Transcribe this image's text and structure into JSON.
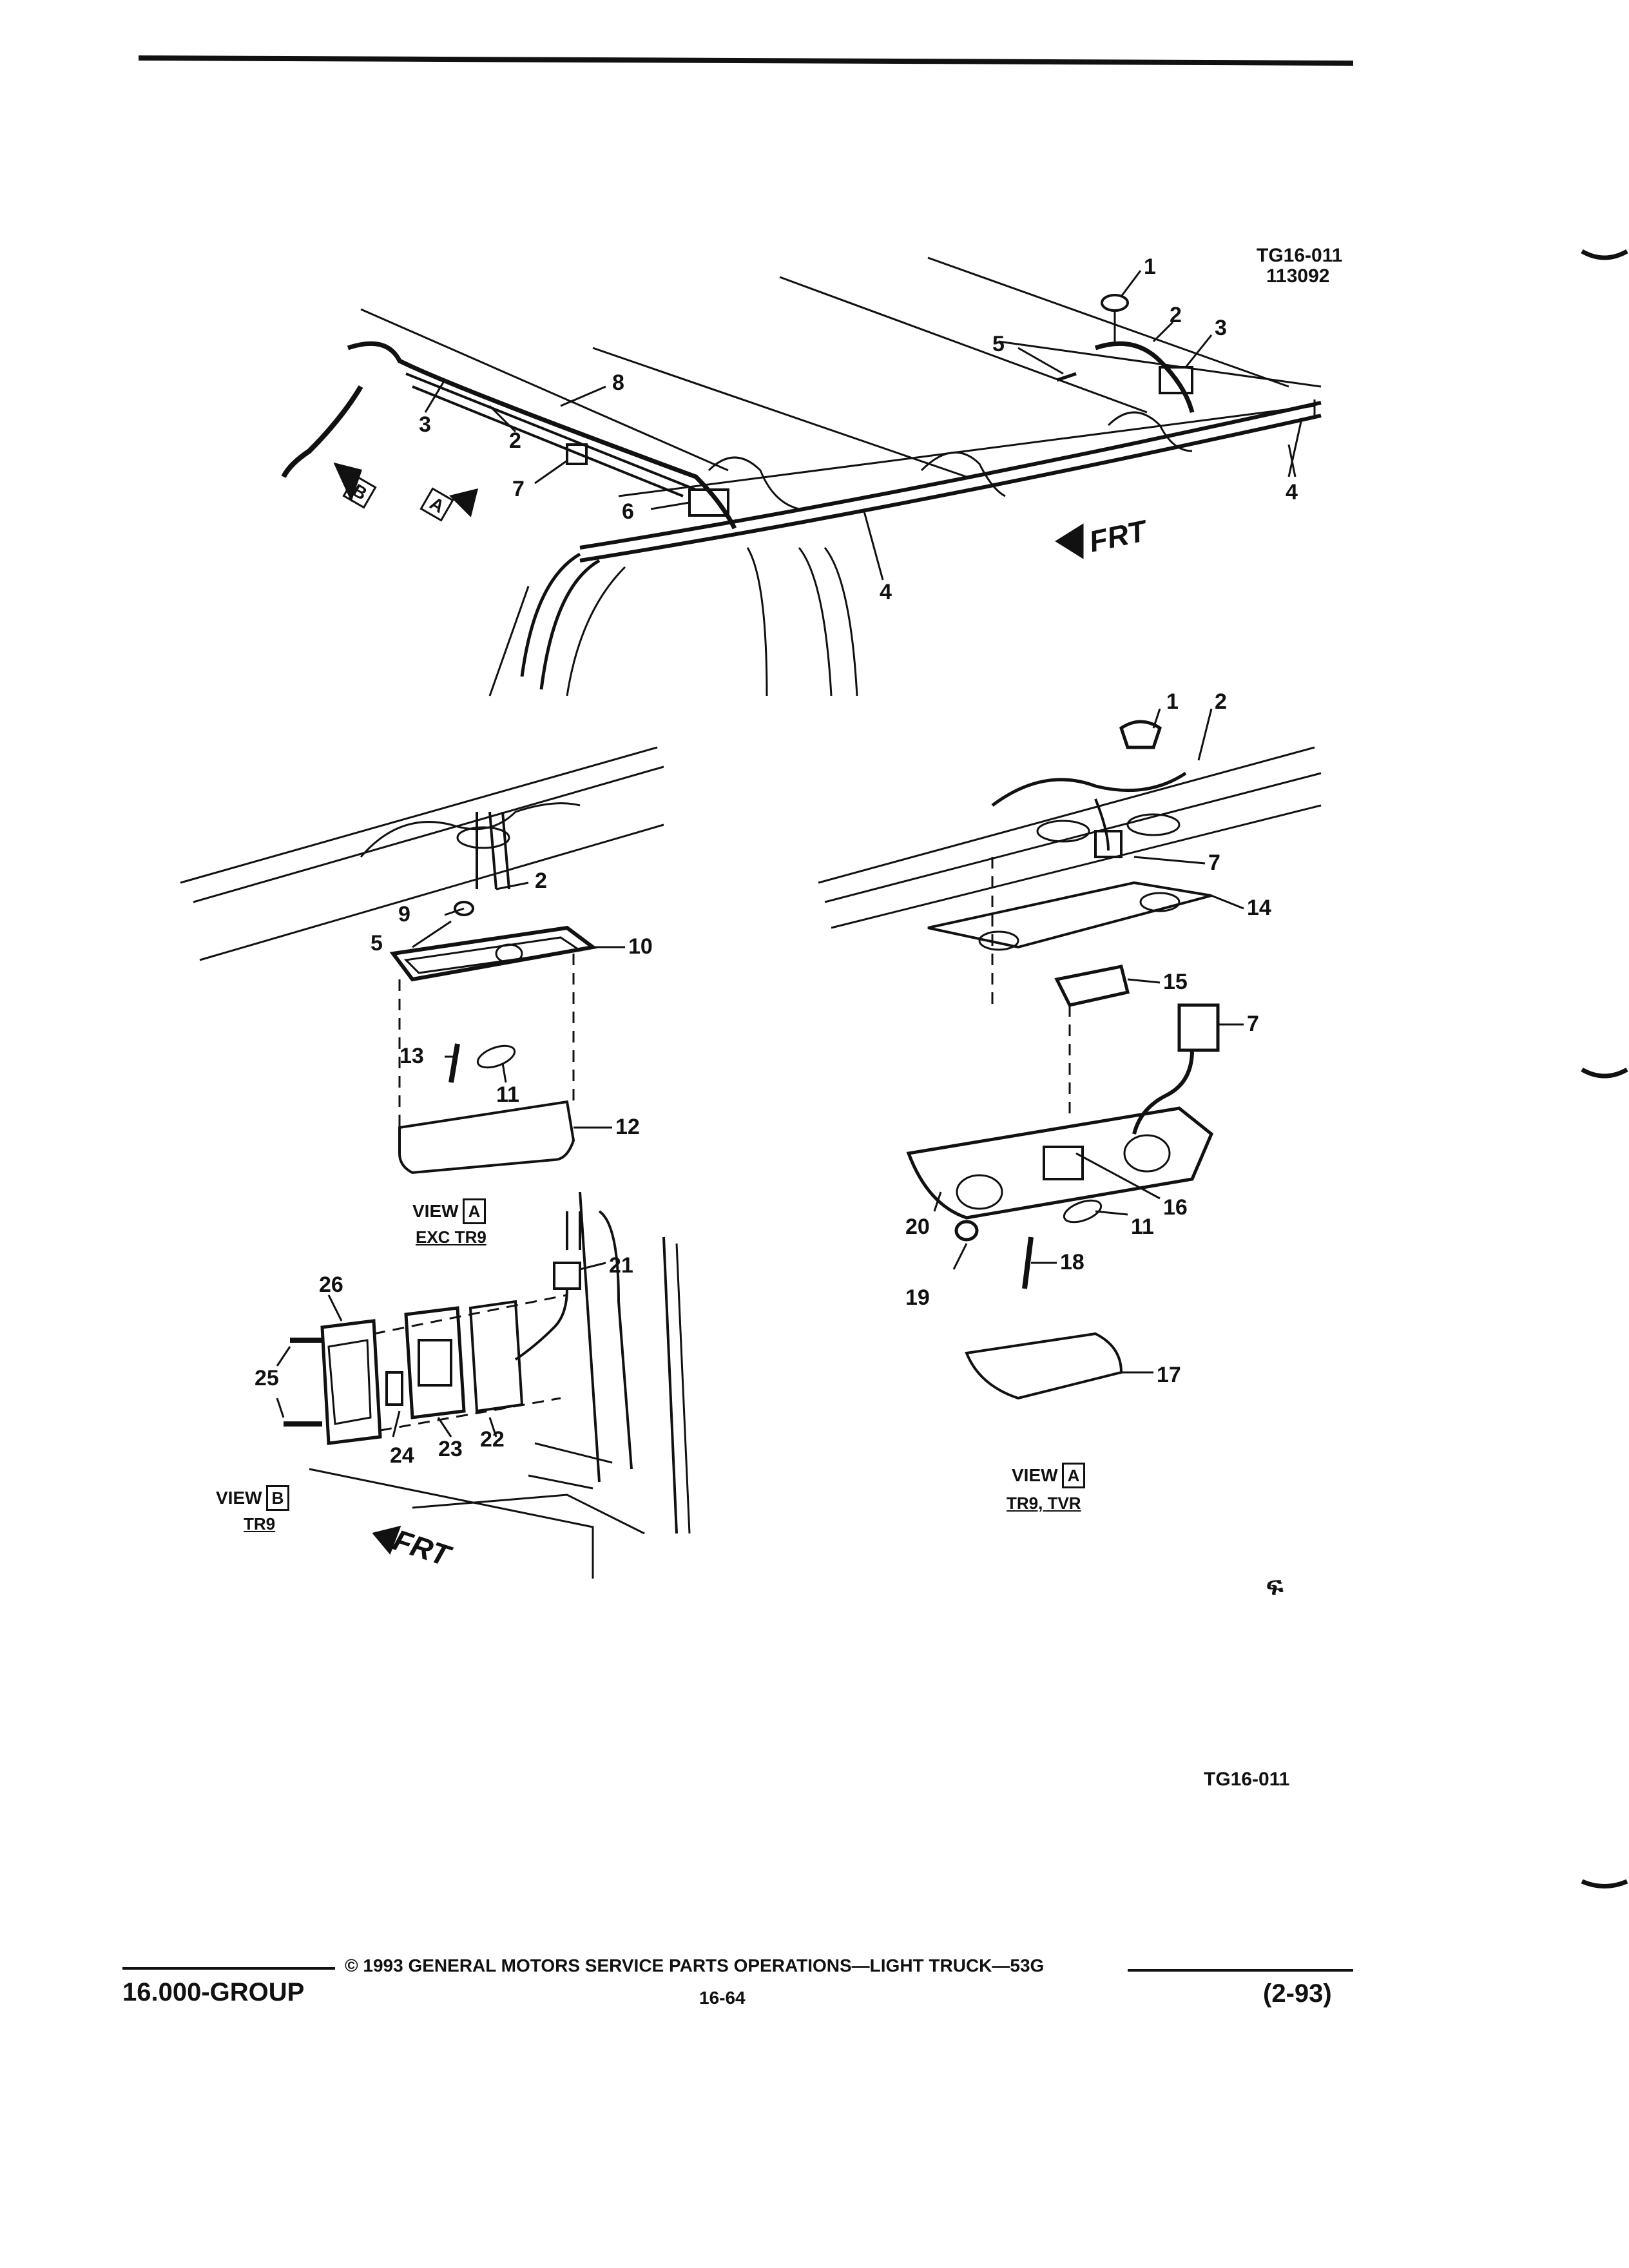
{
  "figure": {
    "id_code": "TG16-011",
    "date_code": "113092",
    "bottom_code": "TG16-011"
  },
  "views": {
    "view_a_exc": {
      "label": "VIEW",
      "letter": "A",
      "sub": "EXC TR9"
    },
    "view_b": {
      "label": "VIEW",
      "letter": "B",
      "sub": "TR9"
    },
    "view_a_tr9": {
      "label": "VIEW",
      "letter": "A",
      "sub": "TR9, TVR"
    }
  },
  "markers": {
    "view_letter_a": "A",
    "view_letter_b": "B",
    "frt_main": "FRT",
    "frt_view_b": "FRT"
  },
  "callouts": {
    "main": [
      "1",
      "2",
      "3",
      "5",
      "3",
      "8",
      "2",
      "7",
      "6",
      "4",
      "4"
    ],
    "view_a_exc": [
      "2",
      "9",
      "5",
      "10",
      "13",
      "11",
      "12"
    ],
    "view_a_tr9": [
      "1",
      "2",
      "7",
      "14",
      "15",
      "7",
      "16",
      "11",
      "20",
      "19",
      "18",
      "17"
    ],
    "view_b": [
      "21",
      "26",
      "25",
      "24",
      "23",
      "22"
    ]
  },
  "footer": {
    "group": "16.000-GROUP",
    "copyright": "© 1993 GENERAL MOTORS SERVICE PARTS OPERATIONS—LIGHT TRUCK—53G",
    "page": "16-64",
    "date": "(2-93)"
  },
  "logo_text": "ፍ"
}
